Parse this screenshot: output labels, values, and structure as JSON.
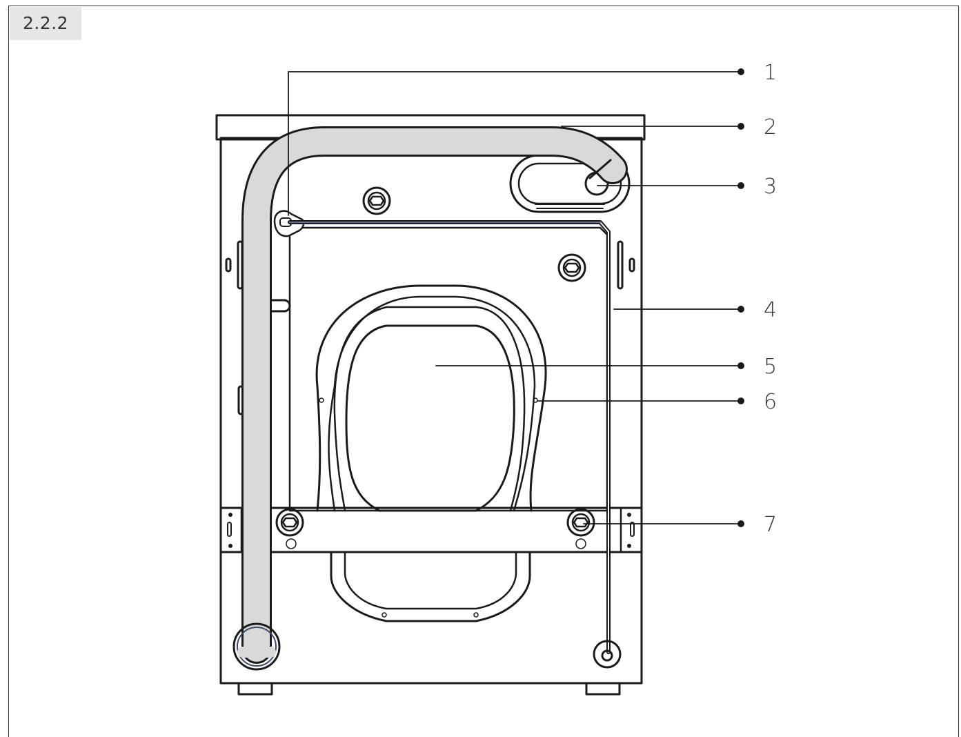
{
  "figure": {
    "number": "2.2.2"
  },
  "callouts": [
    {
      "label": "1",
      "part": "hose-hook"
    },
    {
      "label": "2",
      "part": "top-cover"
    },
    {
      "label": "3",
      "part": "drain-hose-holder"
    },
    {
      "label": "4",
      "part": "power-cord"
    },
    {
      "label": "5",
      "part": "back-panel"
    },
    {
      "label": "6",
      "part": "service-cover"
    },
    {
      "label": "7",
      "part": "transit-bolt"
    }
  ],
  "colors": {
    "line": "#1a1a1a",
    "hose_fill": "#d9d9d9",
    "tab_bg": "#e6e6e6"
  }
}
